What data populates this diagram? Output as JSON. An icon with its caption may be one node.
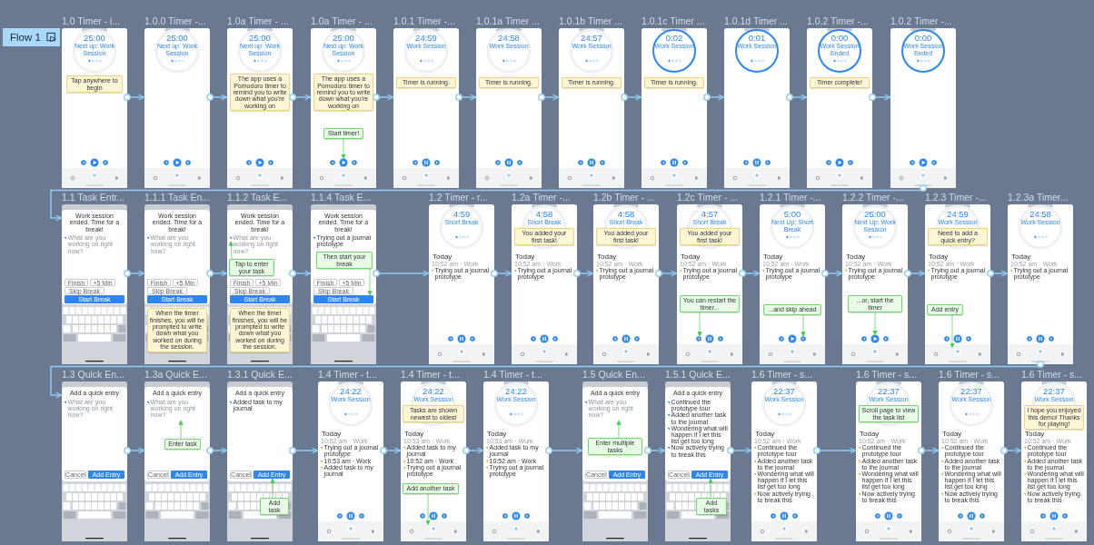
{
  "diagram": {
    "nodes": [
      {
        "text": [
          "Flow 1"
        ]
      },
      {
        "text": [
          "1.0 Timer - i...",
          "25:00",
          "Next up: Work Session"
        ]
      },
      {
        "text": [
          "Tap anywhere to begin"
        ],
        "in": 1
      },
      {
        "text": [
          "1.0.0 Timer -...",
          "25:00",
          "Next up: Work Session"
        ]
      },
      {
        "text": [
          "1.0a Timer - ...",
          "25:00",
          "Next up: Work Session"
        ]
      },
      {
        "text": [
          "The app uses a Pomodoro timer to remind you to write down what you're working on"
        ],
        "in": 4
      },
      {
        "text": [
          "1.0a Timer - ...",
          "25:00",
          "Next up: Work Session"
        ]
      },
      {
        "text": [
          "The app uses a Pomodoro timer to remind you to write down what you're working on"
        ],
        "in": 6
      },
      {
        "text": [
          "Start timer!"
        ],
        "in": 6
      },
      {
        "text": [
          "1.0.1 Timer -...",
          "24:59",
          "Work Session"
        ]
      },
      {
        "text": [
          "Timer is running."
        ],
        "in": 9
      },
      {
        "text": [
          "1.0.1a Timer ...",
          "24:58",
          "Work Session"
        ]
      },
      {
        "text": [
          "Timer is running."
        ],
        "in": 11
      },
      {
        "text": [
          "1.0.1b Timer ...",
          "24:57",
          "Work Session"
        ]
      },
      {
        "text": [
          "Timer is running."
        ],
        "in": 13
      },
      {
        "text": [
          "1.0.1c Timer ...",
          "0:02",
          "Work Session"
        ]
      },
      {
        "text": [
          "Timer is running."
        ],
        "in": 15
      },
      {
        "text": [
          "1.0.1d Timer ...",
          "0:01",
          "Work Session"
        ]
      },
      {
        "text": [
          "1.0.2 Timer -...",
          "0:00",
          "Work Session Ended"
        ]
      },
      {
        "text": [
          "Timer complete!"
        ],
        "in": 18
      },
      {
        "text": [
          "1.0.2 Timer -...",
          "0:00",
          "Work Session Ended"
        ]
      },
      {
        "text": [
          "1.1 Task Entr...",
          "Work session ended. Time for a break!",
          "What are you working on right now?",
          "Finish",
          "+5 Min",
          "Skip Break",
          "Start Break"
        ]
      },
      {
        "text": [
          "1.1.1 Task En...",
          "Work session ended. Time for a break!",
          "What are you working on right now?",
          "Finish",
          "+5 Min",
          "Skip Break",
          "Start Break"
        ]
      },
      {
        "text": [
          "When the timer finishes, you will be prompted to write down what you worked on during the session."
        ],
        "in": 22
      },
      {
        "text": [
          "1.1.2 Task E...",
          "Work session ended. Time for a break!",
          "What are you working on right now?",
          "Finish",
          "+5 Min",
          "Skip Break",
          "Start Break"
        ]
      },
      {
        "text": [
          "Tap to enter your task"
        ],
        "in": 24
      },
      {
        "text": [
          "When the timer finishes, you will be prompted to write down what you worked on during the session."
        ],
        "in": 24
      },
      {
        "text": [
          "1.1.4 Task E...",
          "Work session ended. Time for a break!",
          "Trying out a journal prototype",
          "Finish",
          "+5 Min",
          "Skip Break",
          "Start Break"
        ]
      },
      {
        "text": [
          "Then start your break"
        ],
        "in": 27
      },
      {
        "text": [
          "1.2 Timer - r...",
          "4:59",
          "Short Break",
          "Today",
          "10:52 am · Work",
          "Trying out a journal prototype"
        ]
      },
      {
        "text": [
          "1.2a Timer -...",
          "4:58",
          "Short Break",
          "Today",
          "10:52 am · Work",
          "Trying out a journal prototype"
        ]
      },
      {
        "text": [
          "You added your first task!"
        ],
        "in": 30
      },
      {
        "text": [
          "1.2b Timer - ...",
          "4:58",
          "Short Break",
          "Today",
          "10:52 am · Work",
          "Trying out a journal prototype"
        ]
      },
      {
        "text": [
          "You added your first task!"
        ],
        "in": 32
      },
      {
        "text": [
          "1.2c Timer - ...",
          "4:57",
          "Short Break",
          "Today",
          "10:52 am · Work",
          "Trying out a journal prototype"
        ]
      },
      {
        "text": [
          "You added your first task!"
        ],
        "in": 34
      },
      {
        "text": [
          "You can restart the timer..."
        ],
        "in": 34
      },
      {
        "text": [
          "1.2.1 Timer -...",
          "5:00",
          "Next Up: Short Break",
          "Today",
          "10:52 am · Work",
          "Trying out a journal prototype"
        ]
      },
      {
        "text": [
          "...and skip ahead"
        ],
        "in": 37
      },
      {
        "text": [
          "1.2.2 Timer -...",
          "25:00",
          "Next Up: Work Session",
          "Today",
          "10:52 am · Work",
          "Trying out a journal prototype"
        ]
      },
      {
        "text": [
          "...or, start the timer"
        ],
        "in": 39
      },
      {
        "text": [
          "1.2.3 Timer -...",
          "24:59",
          "Work Session",
          "Today",
          "10:52 am · Work",
          "Trying out a journal prototype"
        ]
      },
      {
        "text": [
          "Need to add a quick entry?"
        ],
        "in": 41
      },
      {
        "text": [
          "Add entry"
        ],
        "in": 41
      },
      {
        "text": [
          "1.2.3a Timer...",
          "24:58",
          "Work Session",
          "Today",
          "10:52 am · Work",
          "Trying out a journal prototype"
        ]
      },
      {
        "text": [
          "1.3 Quick En...",
          "Add a quick entry",
          "What are you working on right now?",
          "Cancel",
          "Add Entry"
        ]
      },
      {
        "text": [
          "1.3a Quick E...",
          "Add a quick entry",
          "What are you working on right now?",
          "Cancel",
          "Add Entry"
        ]
      },
      {
        "text": [
          "Enter task"
        ],
        "in": 46
      },
      {
        "text": [
          "1.3.1 Quick E...",
          "Add a quick entry",
          "Added task to my journal",
          "Cancel",
          "Add Entry"
        ]
      },
      {
        "text": [
          "Add task"
        ],
        "in": 48
      },
      {
        "text": [
          "1.4 Timer - t...",
          "24:22",
          "Work Session",
          "Today",
          "10:52 am · Work",
          "Trying out a journal prototype",
          "10:53 am · Work",
          "Added task to my journal"
        ]
      },
      {
        "text": [
          "1.4 Timer - t...",
          "24:22",
          "Work Session",
          "Today",
          "10:53 am · Work",
          "Added task to my journal",
          "10:52 am · Work",
          "Trying out a journal prototype"
        ]
      },
      {
        "text": [
          "Tasks are shown newest to oldest"
        ],
        "in": 51
      },
      {
        "text": [
          "Add another task"
        ],
        "in": 51
      },
      {
        "text": [
          "1.4 Timer - t...",
          "24:22",
          "Work Session",
          "Today",
          "10:53 am · Work",
          "Added task to my journal",
          "10:52 am · Work",
          "Trying out a journal prototype"
        ]
      },
      {
        "text": [
          "1.5 Quick En...",
          "Add a quick entry",
          "What are you working on right now?",
          "Cancel",
          "Add Entry"
        ]
      },
      {
        "text": [
          "Enter multiple tasks"
        ],
        "in": 55
      },
      {
        "text": [
          "1.5.1 Quick E...",
          "Add a quick entry",
          "Continued the prototype tour",
          "Added another task to the journal",
          "Wondering what will happen if I let this list get too long",
          "Now actively trying to break this",
          "Cancel",
          "Add Entry"
        ]
      },
      {
        "text": [
          "Add tasks"
        ],
        "in": 57
      },
      {
        "text": [
          "1.6 Timer - s...",
          "22:37",
          "Work Session",
          "Today",
          "10:52 am · Work",
          "Continued the prototype tour",
          "Added another task to the journal",
          "Wondering what will happen if I let this list get too long",
          "Now actively trying to break this"
        ]
      },
      {
        "text": [
          "1.6 Timer - s...",
          "22:37",
          "Work Session",
          "Today",
          "10:52 am · Work",
          "Continued the prototype tour",
          "Added another task to the journal",
          "Wondering what will happen if I let this list get too long",
          "Now actively trying to break this"
        ]
      },
      {
        "text": [
          "Scroll page to view the task list"
        ],
        "in": 60
      },
      {
        "text": [
          "1.6 Timer - s...",
          "22:37",
          "Work Session",
          "Today",
          "10:52 am · Work",
          "Continued the prototype tour",
          "Added another task to the journal",
          "Wondering what will happen if I let this list get too long",
          "Now actively trying to break this"
        ]
      },
      {
        "text": [
          "1.6 Timer - s...",
          "22:37",
          "Work Session",
          "Today",
          "10:52 am · Work",
          "Continued the prototype tour",
          "Added another task to the journal",
          "Wondering what will happen if I let this list get too long",
          "Now actively trying to break this"
        ]
      },
      {
        "text": [
          "I hope you enjoyed this demo! Thanks for playing!"
        ],
        "in": 63
      }
    ],
    "edges": [
      {
        "from": 1,
        "to": 3,
        "arrow": "to"
      },
      {
        "from": 3,
        "to": 4,
        "arrow": "to"
      },
      {
        "from": 4,
        "to": 6,
        "arrow": "to"
      },
      {
        "from": 6,
        "to": 9,
        "arrow": "to"
      },
      {
        "from": 9,
        "to": 11,
        "arrow": "to"
      },
      {
        "from": 11,
        "to": 13,
        "arrow": "to"
      },
      {
        "from": 13,
        "to": 15,
        "arrow": "to"
      },
      {
        "from": 15,
        "to": 17,
        "arrow": "to"
      },
      {
        "from": 17,
        "to": 18,
        "arrow": "to"
      },
      {
        "from": 18,
        "to": 20,
        "arrow": "to"
      },
      {
        "from": 20,
        "to": 21,
        "arrow": "to"
      },
      {
        "from": 21,
        "to": 22,
        "arrow": "to"
      },
      {
        "from": 22,
        "to": 24,
        "arrow": "to"
      },
      {
        "from": 24,
        "to": 27,
        "arrow": "to"
      },
      {
        "from": 27,
        "to": 29,
        "arrow": "to"
      },
      {
        "from": 29,
        "to": 30,
        "arrow": "to"
      },
      {
        "from": 30,
        "to": 32,
        "arrow": "to"
      },
      {
        "from": 32,
        "to": 34,
        "arrow": "to"
      },
      {
        "from": 34,
        "to": 37,
        "arrow": "to"
      },
      {
        "from": 37,
        "to": 39,
        "arrow": "to"
      },
      {
        "from": 39,
        "to": 41,
        "arrow": "to"
      },
      {
        "from": 41,
        "to": 44,
        "arrow": "to"
      },
      {
        "from": 44,
        "to": 45,
        "arrow": "to"
      },
      {
        "from": 45,
        "to": 46,
        "arrow": "to"
      },
      {
        "from": 46,
        "to": 48,
        "arrow": "to"
      },
      {
        "from": 48,
        "to": 50,
        "arrow": "to"
      },
      {
        "from": 50,
        "to": 51,
        "arrow": "to"
      },
      {
        "from": 51,
        "to": 54,
        "arrow": "to"
      },
      {
        "from": 54,
        "to": 55,
        "arrow": "to"
      },
      {
        "from": 55,
        "to": 57,
        "arrow": "to"
      },
      {
        "from": 57,
        "to": 59,
        "arrow": "to"
      },
      {
        "from": 59,
        "to": 60,
        "arrow": "to"
      },
      {
        "from": 60,
        "to": 62,
        "arrow": "to"
      },
      {
        "from": 62,
        "to": 63,
        "arrow": "to"
      },
      {
        "from": 8,
        "to": null,
        "arrow": "to",
        "color": "#3ecf4a"
      },
      {
        "from": 25,
        "to": null,
        "arrow": "to",
        "color": "#3ecf4a"
      },
      {
        "from": 28,
        "to": null,
        "arrow": "to",
        "color": "#3ecf4a"
      },
      {
        "from": 36,
        "to": null,
        "arrow": "to",
        "color": "#3ecf4a"
      },
      {
        "from": 38,
        "to": null,
        "arrow": "to",
        "color": "#3ecf4a"
      },
      {
        "from": 40,
        "to": null,
        "arrow": "to",
        "color": "#3ecf4a"
      },
      {
        "from": 43,
        "to": null,
        "arrow": "to",
        "color": "#3ecf4a"
      },
      {
        "from": 47,
        "to": null,
        "arrow": "to",
        "color": "#3ecf4a"
      },
      {
        "from": 49,
        "to": null,
        "arrow": "to",
        "color": "#3ecf4a"
      },
      {
        "from": 53,
        "to": null,
        "arrow": "to",
        "color": "#3ecf4a"
      },
      {
        "from": 56,
        "to": null,
        "arrow": "to",
        "color": "#3ecf4a"
      },
      {
        "from": 58,
        "to": null,
        "arrow": "to",
        "color": "#3ecf4a"
      }
    ]
  }
}
